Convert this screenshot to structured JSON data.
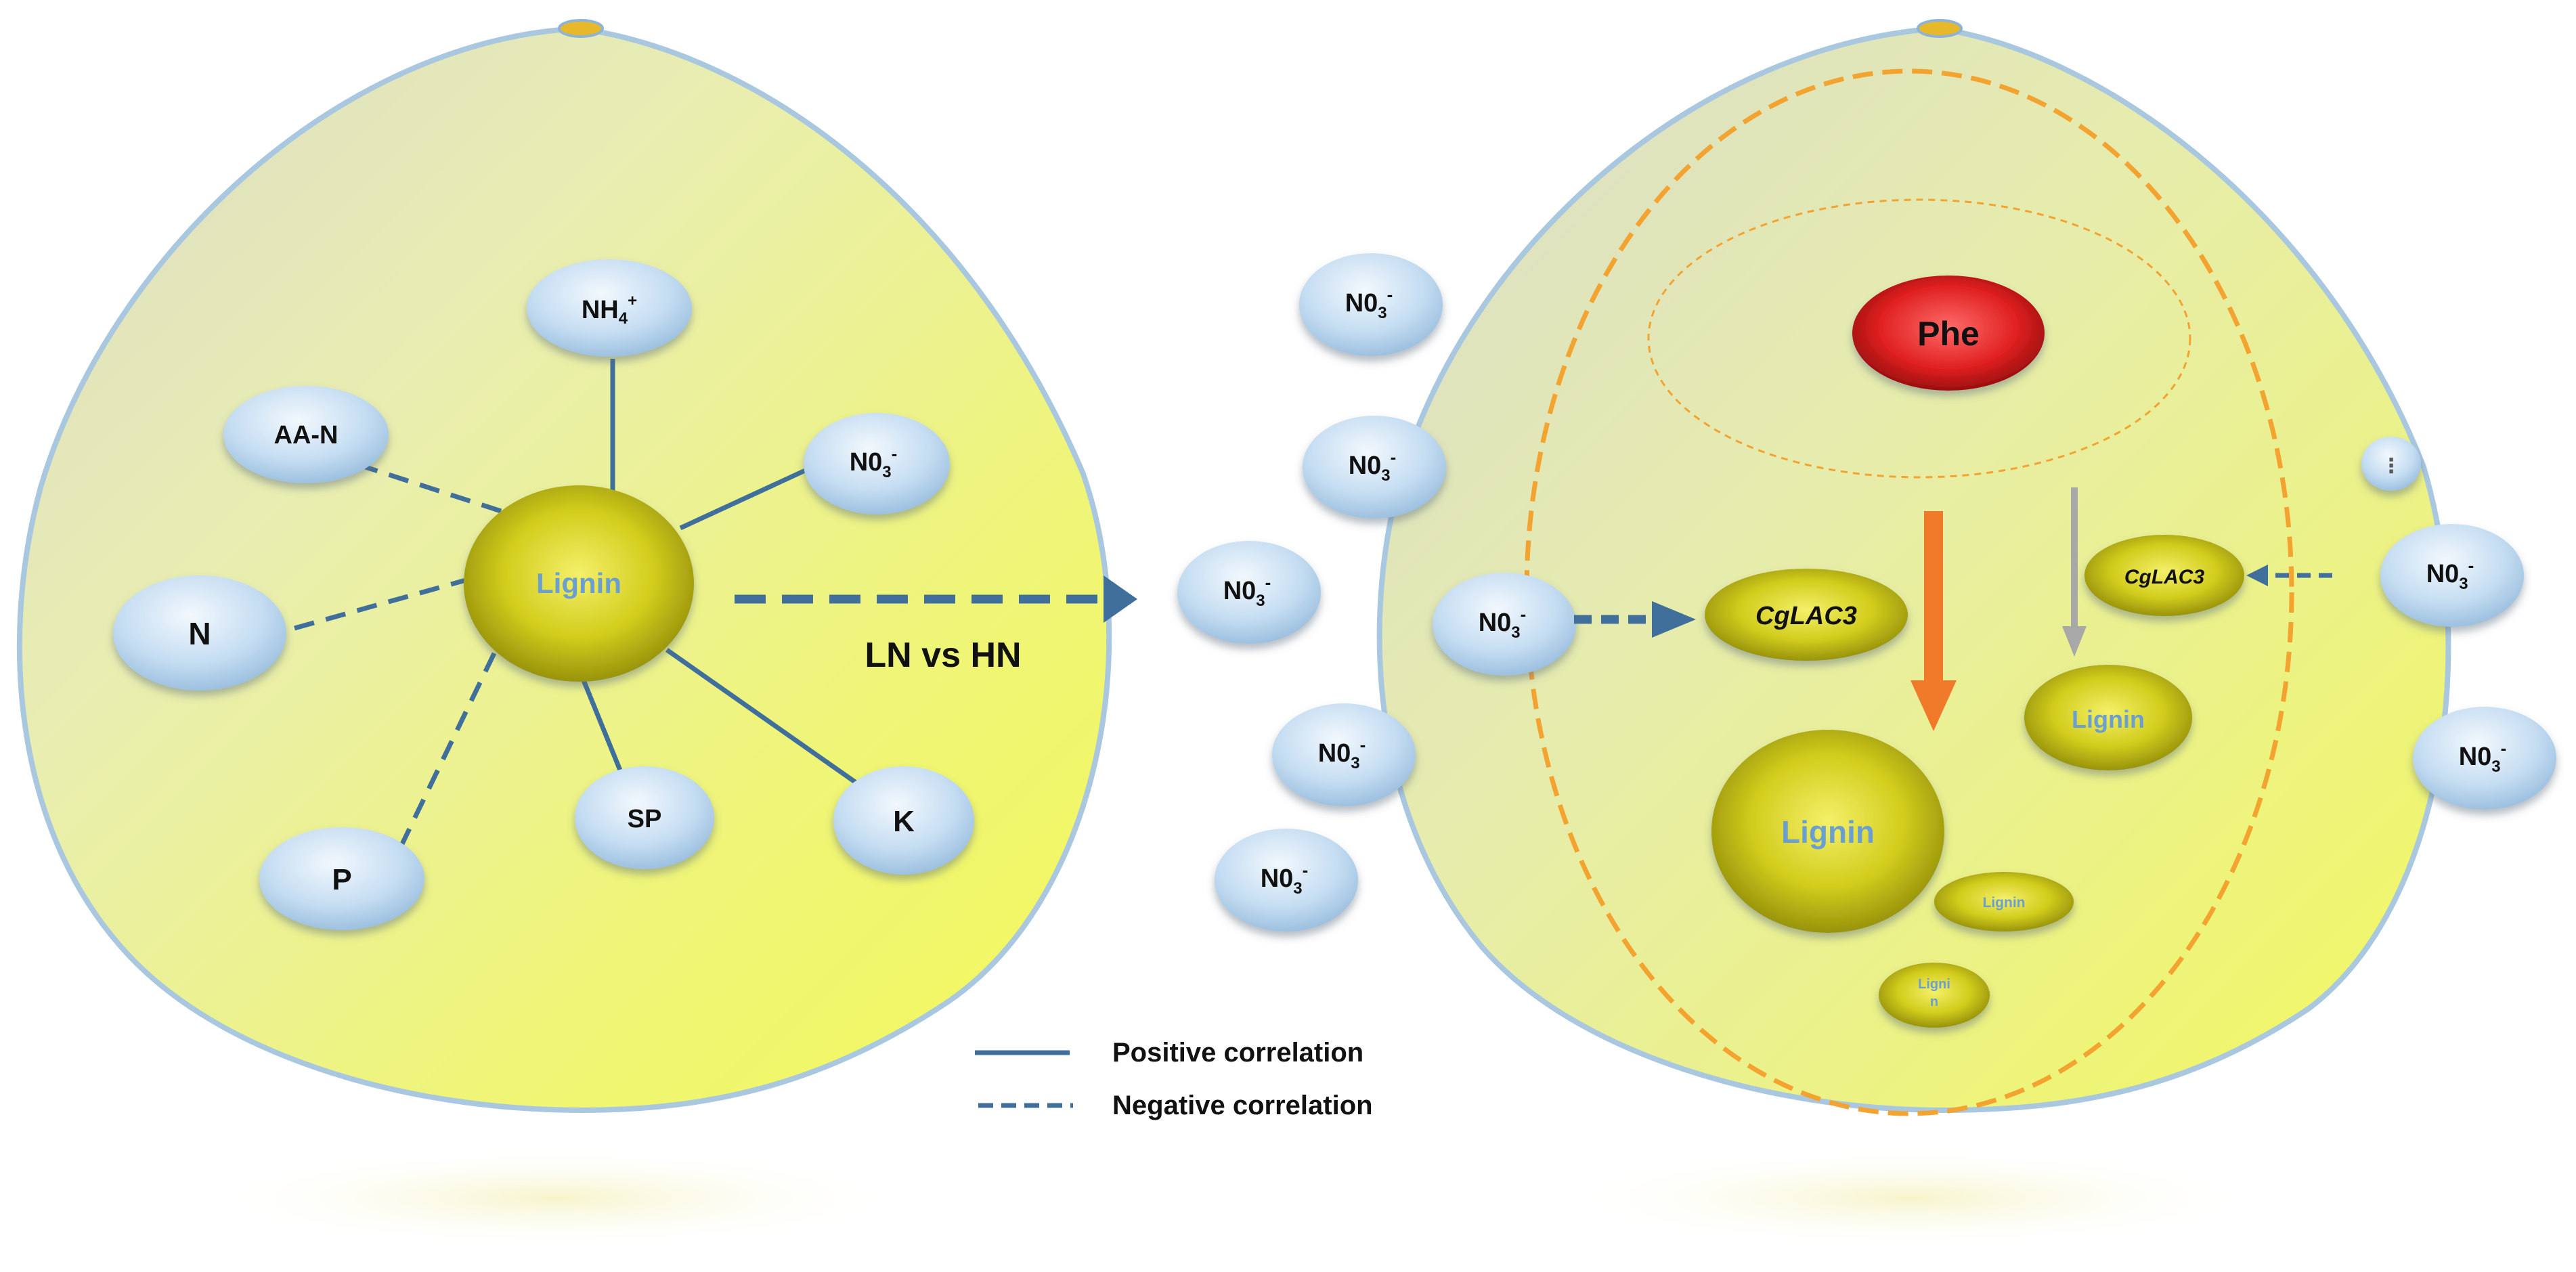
{
  "left_fruit": {
    "hub": "Lignin",
    "nodes": {
      "nh4": {
        "base": "NH",
        "sub": "4",
        "sup": "+",
        "correlation": "positive"
      },
      "no3": {
        "base": "N0",
        "sub": "3",
        "sup": "-",
        "correlation": "positive"
      },
      "aan": {
        "label": "AA-N",
        "correlation": "negative"
      },
      "n": {
        "label": "N",
        "correlation": "negative"
      },
      "p": {
        "label": "P",
        "correlation": "negative"
      },
      "sp": {
        "label": "SP",
        "correlation": "positive"
      },
      "k": {
        "label": "K",
        "correlation": "positive"
      }
    }
  },
  "comparison_label": "LN vs HN",
  "right_fruit": {
    "phe": "Phe",
    "enzyme_left": "CgLAC3",
    "enzyme_right": "CgLAC3",
    "lignin_large": "Lignin",
    "lignin_medium": "Lignin",
    "lignin_small": "Lignin",
    "lignin_tiny_line1": "Ligni",
    "lignin_tiny_line2": "n",
    "nitrate": {
      "base": "N0",
      "sub": "3",
      "sup": "-"
    },
    "ellipsis": "⋮"
  },
  "legend": {
    "positive": "Positive correlation",
    "negative": "Negative correlation"
  },
  "colors": {
    "fruit_fill": "#eef56a",
    "fruit_edge": "#a9c8e0",
    "node_fill": "#bcd7ef",
    "hub_fill": "#c8c410",
    "line": "#3f6f9a",
    "phe_fill": "#d32525",
    "orange_arrow": "#f07a2a",
    "grey_arrow": "#a8a8a8",
    "dashed_boundary": "#f3a330"
  }
}
